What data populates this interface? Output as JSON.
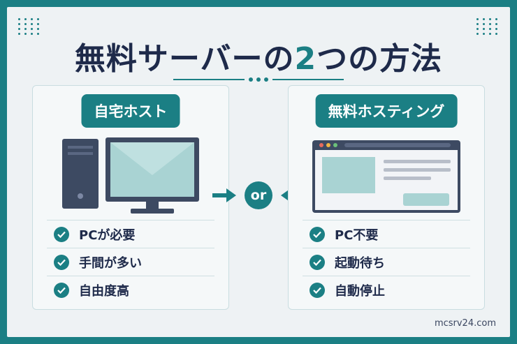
{
  "title": {
    "main": "無料サーバーの",
    "number": "2",
    "rest": "つの方法"
  },
  "connector": {
    "label": "or"
  },
  "left_card": {
    "heading": "自宅ホスト",
    "items": [
      "PCが必要",
      "手間が多い",
      "自由度高"
    ]
  },
  "right_card": {
    "heading": "無料ホスティング",
    "items": [
      "PC不要",
      "起動待ち",
      "自動停止"
    ]
  },
  "footer": {
    "site": "mcsrv24.com"
  },
  "colors": {
    "accent": "#1b7f84",
    "navy": "#1e2a4a",
    "background": "#eef2f4"
  }
}
